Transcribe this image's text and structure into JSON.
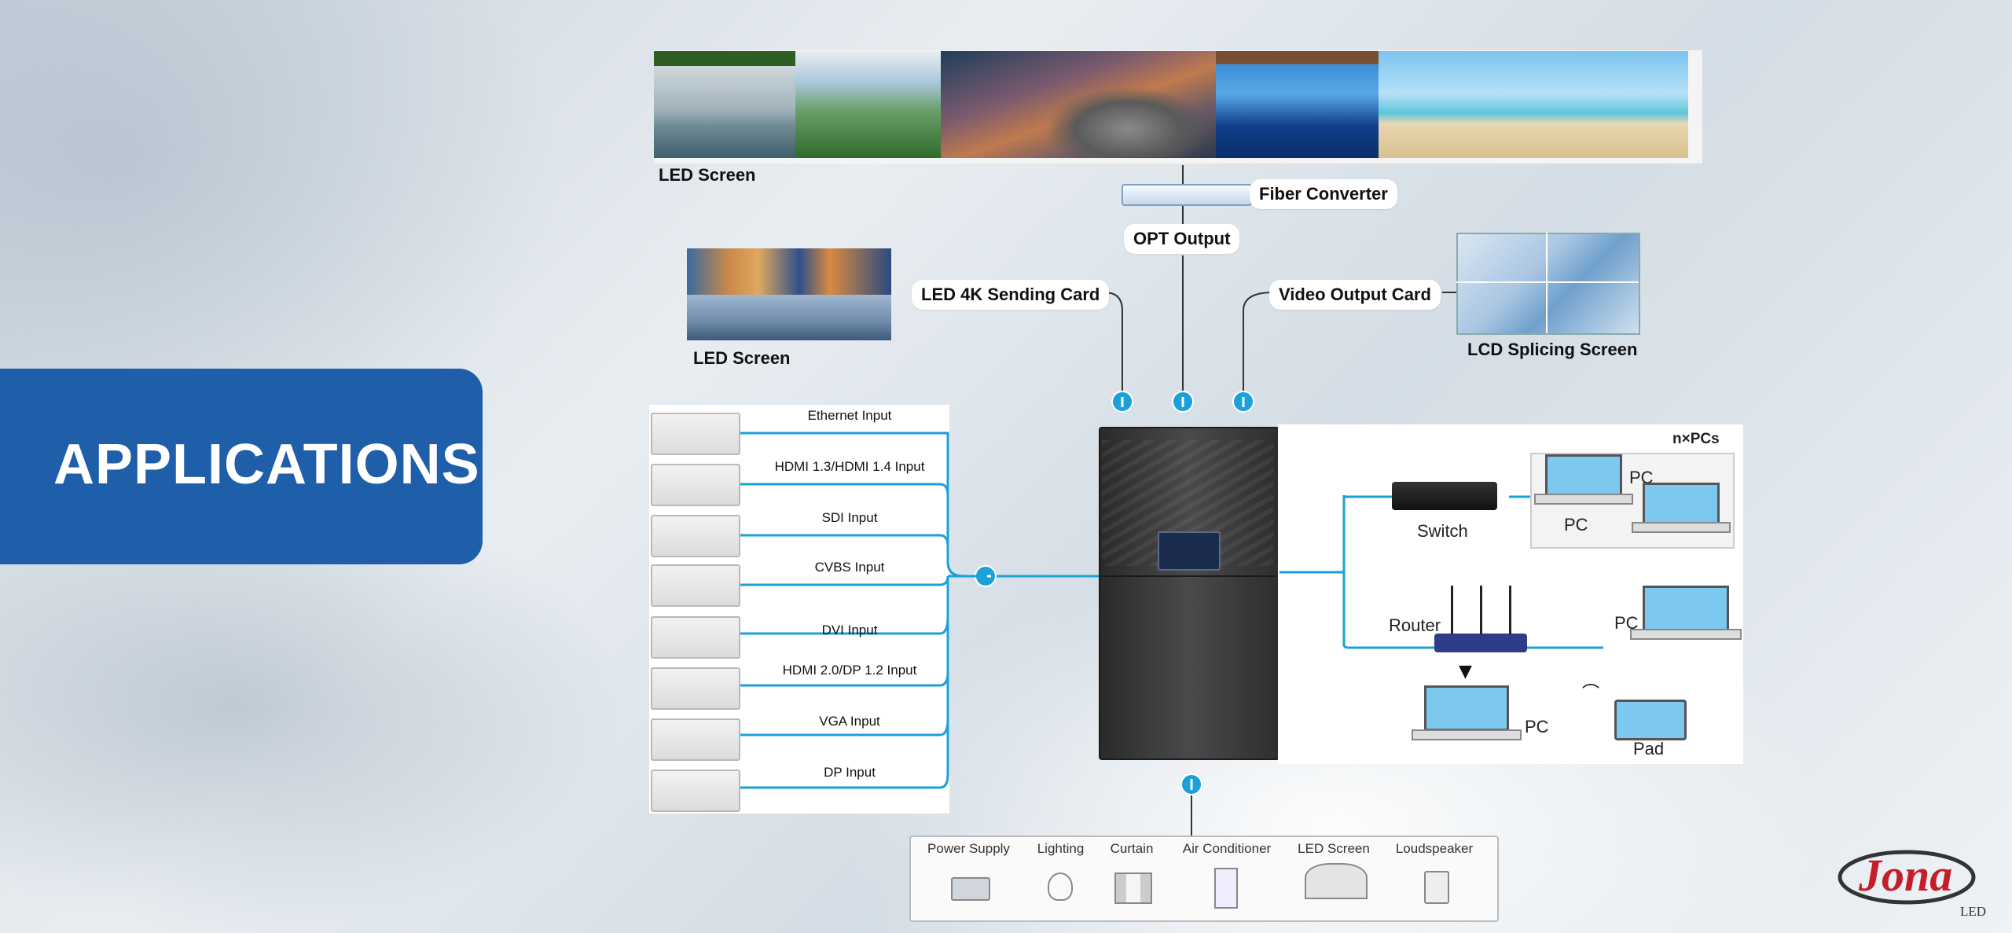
{
  "title": "APPLICATIONS",
  "logo": {
    "brand": "Jona",
    "sub": "LED"
  },
  "top": {
    "led_screen_label": "LED Screen",
    "fiber_converter": "Fiber Converter",
    "opt_output": "OPT Output"
  },
  "middle": {
    "sending_card": "LED 4K Sending Card",
    "led_screen_label": "LED Screen",
    "video_output_card": "Video Output Card",
    "lcd_splicing": "LCD Splicing Screen"
  },
  "inputs": [
    "Ethernet Input",
    "HDMI 1.3/HDMI 1.4  Input",
    "SDI Input",
    "CVBS Input",
    "DVI Input",
    "HDMI 2.0/DP 1.2 Input",
    "VGA Input",
    "DP Input"
  ],
  "network": {
    "npcs": "n×PCs",
    "switch": "Switch",
    "pc1": "PC",
    "pc2": "PC",
    "router": "Router",
    "pc3": "PC",
    "pc4": "PC",
    "pad": "Pad"
  },
  "controls": [
    "Power Supply",
    "Lighting",
    "Curtain",
    "Air Conditioner",
    "LED Screen",
    "Loudspeaker"
  ],
  "colors": {
    "accent_blue": "#1f5ea8",
    "line_blue": "#1ba0d8",
    "screen_blue": "#7cc8ef"
  }
}
